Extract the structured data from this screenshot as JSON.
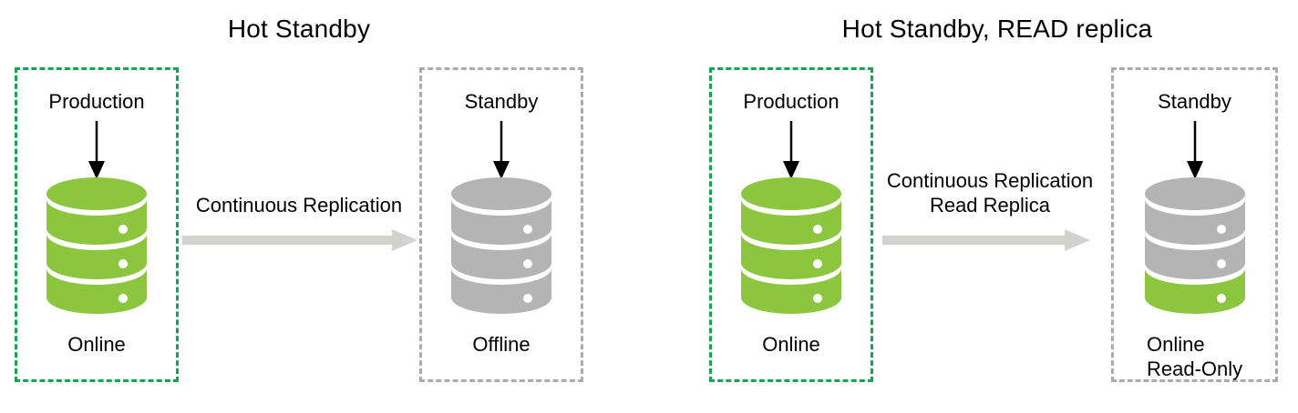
{
  "colors": {
    "db_green": "#8CC63F",
    "db_gray": "#B4B4B4",
    "production_border": "#17A34F",
    "standby_border": "#ACACAC",
    "flow_arrow": "#D2D2D0",
    "down_arrow": "#000000",
    "text": "#000000",
    "background": "#FFFFFF"
  },
  "diagrams": [
    {
      "title": "Hot Standby",
      "source": {
        "label": "Production",
        "status_lines": [
          "Online"
        ],
        "db": {
          "top": "#8CC63F",
          "band1": "#8CC63F",
          "band2": "#8CC63F",
          "band3": "#8CC63F"
        }
      },
      "flow": {
        "lines": [
          "Continuous Replication"
        ]
      },
      "target": {
        "label": "Standby",
        "status_lines": [
          "Offline"
        ],
        "db": {
          "top": "#B4B4B4",
          "band1": "#B4B4B4",
          "band2": "#B4B4B4",
          "band3": "#B4B4B4"
        }
      }
    },
    {
      "title": "Hot Standby, READ replica",
      "source": {
        "label": "Production",
        "status_lines": [
          "Online"
        ],
        "db": {
          "top": "#8CC63F",
          "band1": "#8CC63F",
          "band2": "#8CC63F",
          "band3": "#8CC63F"
        }
      },
      "flow": {
        "lines": [
          "Continuous Replication",
          "Read Replica"
        ]
      },
      "target": {
        "label": "Standby",
        "status_lines": [
          "Online",
          "Read-Only"
        ],
        "db": {
          "top": "#B4B4B4",
          "band1": "#B4B4B4",
          "band2": "#B4B4B4",
          "band3": "#8CC63F"
        }
      }
    }
  ]
}
